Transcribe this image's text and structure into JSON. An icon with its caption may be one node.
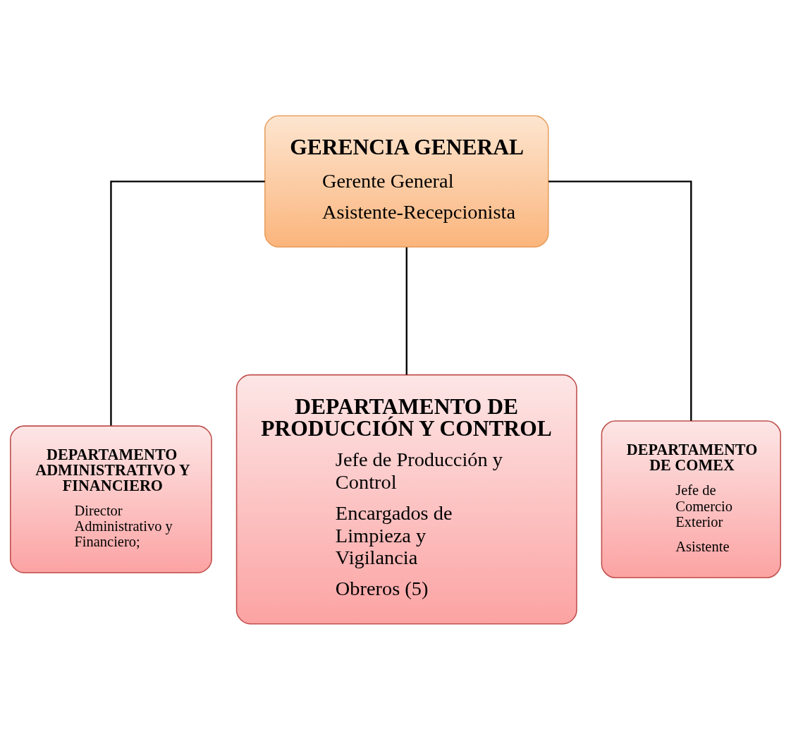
{
  "diagram": {
    "nodes": [
      {
        "text": [
          "GERENCIA GENERAL",
          "Gerente General",
          "Asistente-Recepcionista"
        ]
      },
      {
        "text": [
          "DEPARTAMENTO ADMINISTRATIVO Y FINANCIERO",
          "Director Administrativo y Financiero;"
        ]
      },
      {
        "text": [
          "DEPARTAMENTO DE PRODUCCIÓN Y CONTROL",
          "Jefe de Producción y Control",
          "Encargados de Limpieza y Vigilancia",
          "Obreros (5)"
        ]
      },
      {
        "text": [
          "DEPARTAMENTO DE COMEX",
          "Jefe de Comercio Exterior",
          "Asistente"
        ]
      }
    ],
    "edges": [
      {
        "from": 0,
        "to": 1,
        "arrow": "none"
      },
      {
        "from": 0,
        "to": 2,
        "arrow": "none"
      },
      {
        "from": 0,
        "to": 3,
        "arrow": "none"
      }
    ]
  }
}
